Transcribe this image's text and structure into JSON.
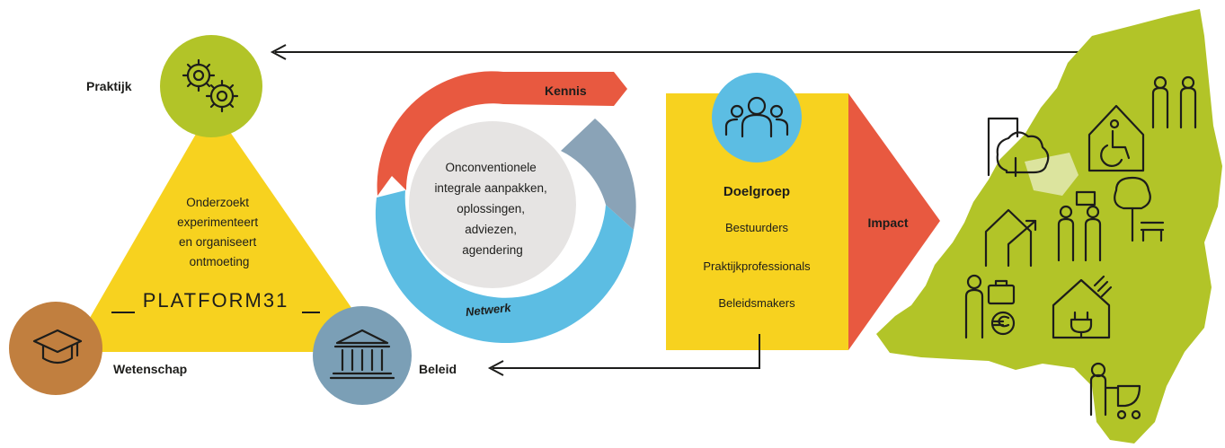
{
  "colors": {
    "yellow": "#f7d21f",
    "green": "#b2c428",
    "brown": "#c17f3f",
    "steel_blue": "#7b9fb6",
    "sky_blue": "#5cbde3",
    "red": "#e85940",
    "grey_blue": "#8aa3b7",
    "light_grey": "#e6e4e3",
    "text": "#1d1d1b"
  },
  "triangle": {
    "text_lines": [
      "Onderzoekt",
      "experimenteert",
      "en organiseert",
      "ontmoeting"
    ],
    "logo_text": "PLATFORM31",
    "nodes": [
      {
        "label": "Praktijk",
        "icon": "gears-icon",
        "color": "green"
      },
      {
        "label": "Wetenschap",
        "icon": "graduation-cap-icon",
        "color": "brown"
      },
      {
        "label": "Beleid",
        "icon": "government-building-icon",
        "color": "steel_blue"
      }
    ]
  },
  "cycle": {
    "top_label": "Kennis",
    "bottom_label": "Netwerk",
    "center_lines": [
      "Onconventionele",
      "integrale aanpakken,",
      "oplossingen,",
      "adviezen,",
      "agendering"
    ]
  },
  "target": {
    "icon": "group-people-icon",
    "title": "Doelgroep",
    "items": [
      "Bestuurders",
      "Praktijkprofessionals",
      "Beleidsmakers"
    ],
    "impact_label": "Impact"
  },
  "map": {
    "icons": [
      "tree-house-icon",
      "house-wheelchair-icon",
      "couple-icon",
      "house-arrow-icon",
      "family-icon",
      "tree-bench-icon",
      "person-briefcase-euro-icon",
      "house-plug-icon",
      "parent-stroller-icon"
    ]
  }
}
